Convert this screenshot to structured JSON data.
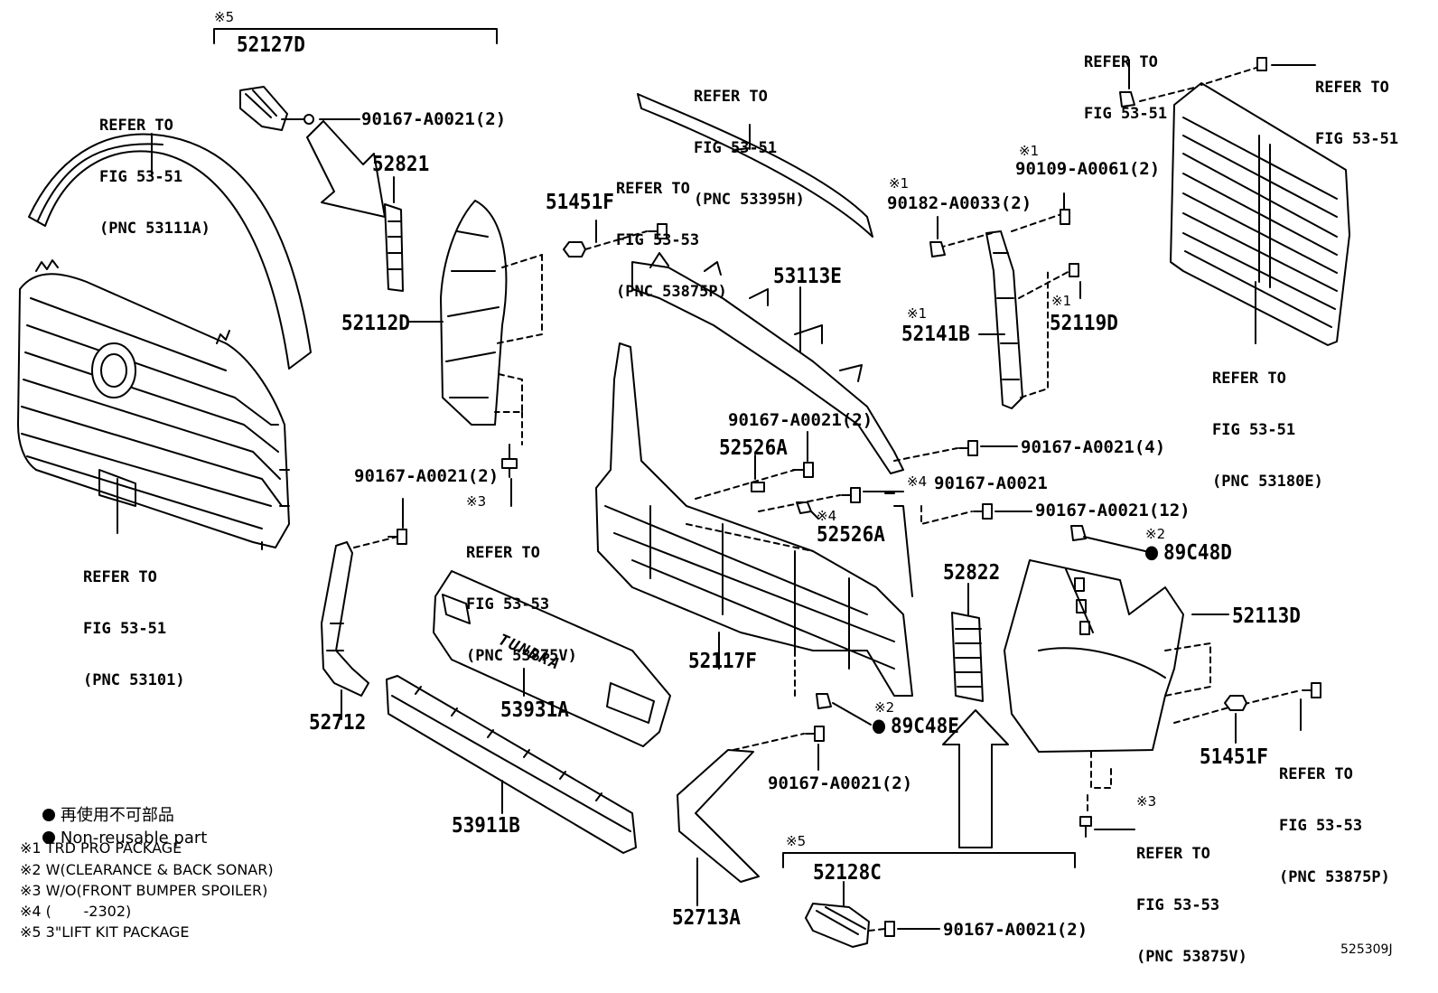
{
  "markers": {
    "m1_a": "※1",
    "m1_b": "※1",
    "m1_c": "※1",
    "m1_d": "※1",
    "m2_a": "※2",
    "m2_b": "※2",
    "m3_a": "※3",
    "m3_b": "※3",
    "m4_a": "※4",
    "m4_b": "※4",
    "m5_a": "※5",
    "m5_b": "※5"
  },
  "parts": {
    "p52127D": "52127D",
    "p52821": "52821",
    "p52112D": "52112D",
    "p51451F_top": "51451F",
    "p53113E": "53113E",
    "p52141B": "52141B",
    "p52119D": "52119D",
    "p52526A_left": "52526A",
    "p52526A_right": "52526A",
    "p52822": "52822",
    "p89C48D": "89C48D",
    "p52113D": "52113D",
    "p52712": "52712",
    "p53931A": "53931A",
    "p52117F": "52117F",
    "p89C48E": "89C48E",
    "p51451F_bottom": "51451F",
    "p53911B": "53911B",
    "p52713A": "52713A",
    "p52128C": "52128C"
  },
  "fasteners": {
    "f1": "90167-A0021(2)",
    "f2": "90109-A0061(2)",
    "f3": "90182-A0033(2)",
    "f4": "90167-A0021(2)",
    "f5": "90167-A0021(4)",
    "f6": "90167-A0021",
    "f7": "90167-A0021(12)",
    "f8": "90167-A0021(2)",
    "f9": "90167-A0021(2)",
    "f10": "90167-A0021(2)"
  },
  "references": {
    "r1": [
      "REFER TO",
      "FIG 53-51",
      "(PNC 53111A)"
    ],
    "r2": [
      "REFER TO",
      "FIG 53-51",
      "(PNC 53395H)"
    ],
    "r3": [
      "REFER TO",
      "FIG 53-53",
      "(PNC 53875P)"
    ],
    "r4": [
      "REFER TO",
      "FIG 53-51"
    ],
    "r5": [
      "REFER TO",
      "FIG 53-51"
    ],
    "r6": [
      "REFER TO",
      "FIG 53-51",
      "(PNC 53180E)"
    ],
    "r7": [
      "REFER TO",
      "FIG 53-51",
      "(PNC 53101)"
    ],
    "r8": [
      "REFER TO",
      "FIG 53-53",
      "(PNC 53875V)"
    ],
    "r9": [
      "REFER TO",
      "FIG 53-53",
      "(PNC 53875P)"
    ],
    "r10": [
      "REFER TO",
      "FIG 53-53",
      "(PNC 53875V)"
    ]
  },
  "legend": {
    "nonreusable_jp": "再使用不可部品",
    "nonreusable_en": "Non-reusable part",
    "note1": "※1 TRD PRO PACKAGE",
    "note2": "※2 W(CLEARANCE & BACK SONAR)",
    "note3": "※3 W/O(FRONT BUMPER SPOILER)",
    "note4": "※4 (       -2302)",
    "note5": "※5 3\"LIFT KIT PACKAGE"
  },
  "emblem_text": "TUNDRA",
  "figure_code": "525309J"
}
